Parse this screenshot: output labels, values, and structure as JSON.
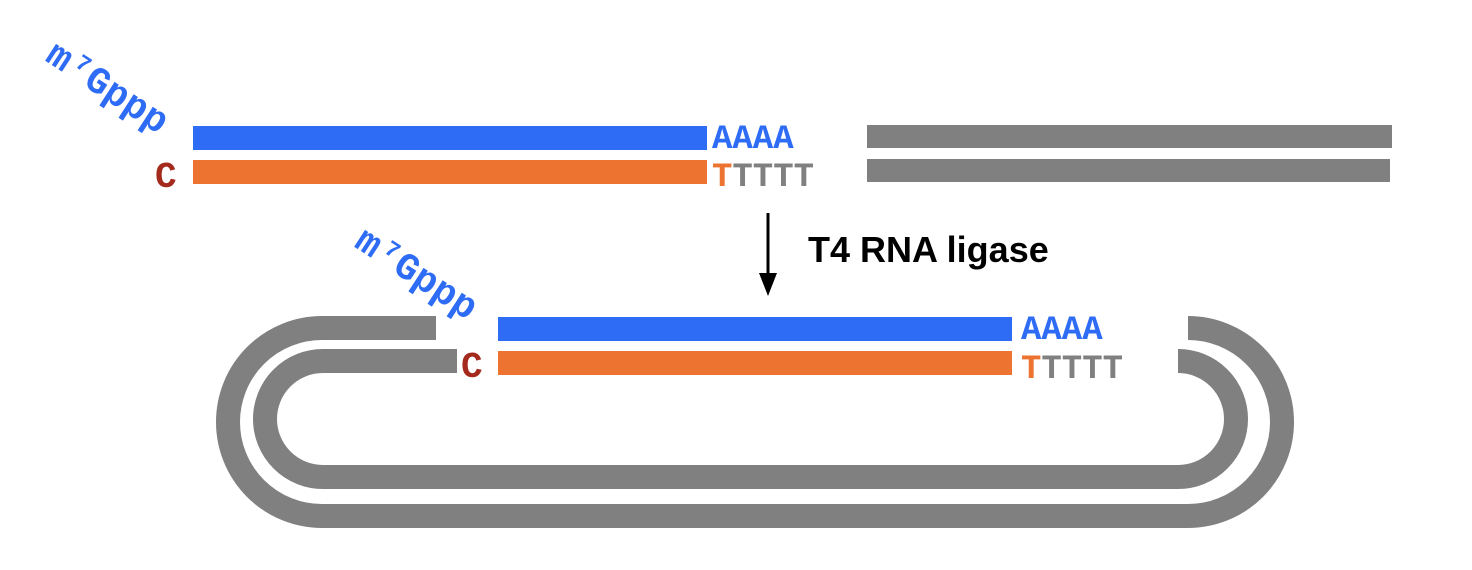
{
  "colors": {
    "rna_strand": "#2e6cf5",
    "cdna_strand": "#ec7330",
    "adapter": "#808080",
    "cap_label": "#2e6cf5",
    "c_label": "#a52a1e",
    "polyA_label": "#2e6cf5",
    "t_highlight": "#ec7330",
    "t_rest": "#808080",
    "arrow": "#000000"
  },
  "top": {
    "cap": "m⁷Gppp",
    "c_base": "C",
    "polyA": "AAAA",
    "t_first": "T",
    "t_rest": "TTTT"
  },
  "step": {
    "enzyme": "T4 RNA ligase"
  },
  "bottom": {
    "cap": "m⁷Gppp",
    "c_base": "C",
    "polyA": "AAAA",
    "t_first": "T",
    "t_rest": "TTTT"
  }
}
